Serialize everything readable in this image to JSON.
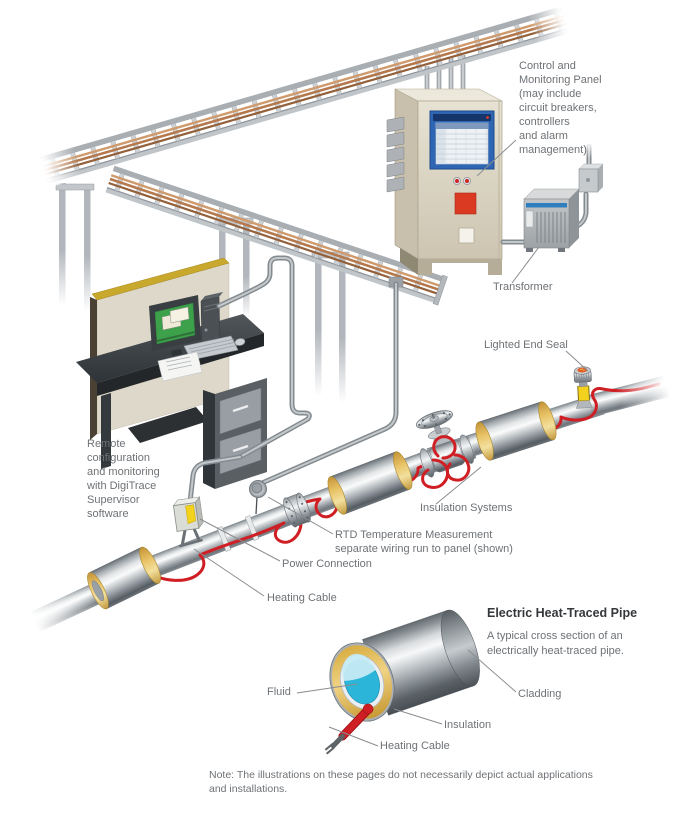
{
  "labels": {
    "control_panel": "Control and\nMonitoring Panel\n(may include\ncircuit breakers,\ncontrollers\nand alarm\nmanagement)",
    "transformer": "Transformer",
    "lighted_end_seal": "Lighted End Seal",
    "remote_software": "Remote\nconfiguration\nand monitoring\nwith DigiTrace\nSupervisor\nsoftware",
    "insulation_systems": "Insulation Systems",
    "rtd_measurement": "RTD Temperature Measurement\nseparate wiring run to panel (shown)",
    "power_connection": "Power Connection",
    "heating_cable": "Heating Cable"
  },
  "cross_section": {
    "title": "Electric Heat-Traced Pipe",
    "description": "A typical cross section of an\nelectrically heat-traced pipe.",
    "labels": {
      "fluid": "Fluid",
      "cladding": "Cladding",
      "insulation": "Insulation",
      "heating_cable": "Heating Cable"
    }
  },
  "note": "Note: The illustrations on these pages do not necessarily depict actual applications\nand installations.",
  "colors": {
    "heating_cable_red": "#d01f24",
    "insulation_yellow": "#e9c468",
    "fluid_cyan": "#2ab5d9",
    "panel_screen_blue": "#2e66b4",
    "transformer_stripe_blue": "#2f7fbe",
    "label_text_gray": "#6e7276"
  }
}
